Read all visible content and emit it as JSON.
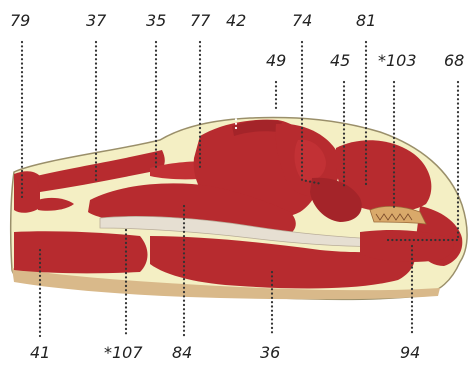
{
  "labels": {
    "top": [
      "79",
      "37",
      "35",
      "77",
      "42",
      "74",
      "81",
      "49",
      "45",
      "*103",
      "68"
    ],
    "bottom": [
      "41",
      "*107",
      "84",
      "36",
      "94"
    ]
  },
  "colors": {
    "muscle": "#b72b2f",
    "muscle_dark": "#8f1d22",
    "bone": "#f4efc4",
    "bone_edge": "#9a8f6a",
    "fascia": "#e6dfd2",
    "tan": "#d9b98a",
    "text": "#222222"
  }
}
